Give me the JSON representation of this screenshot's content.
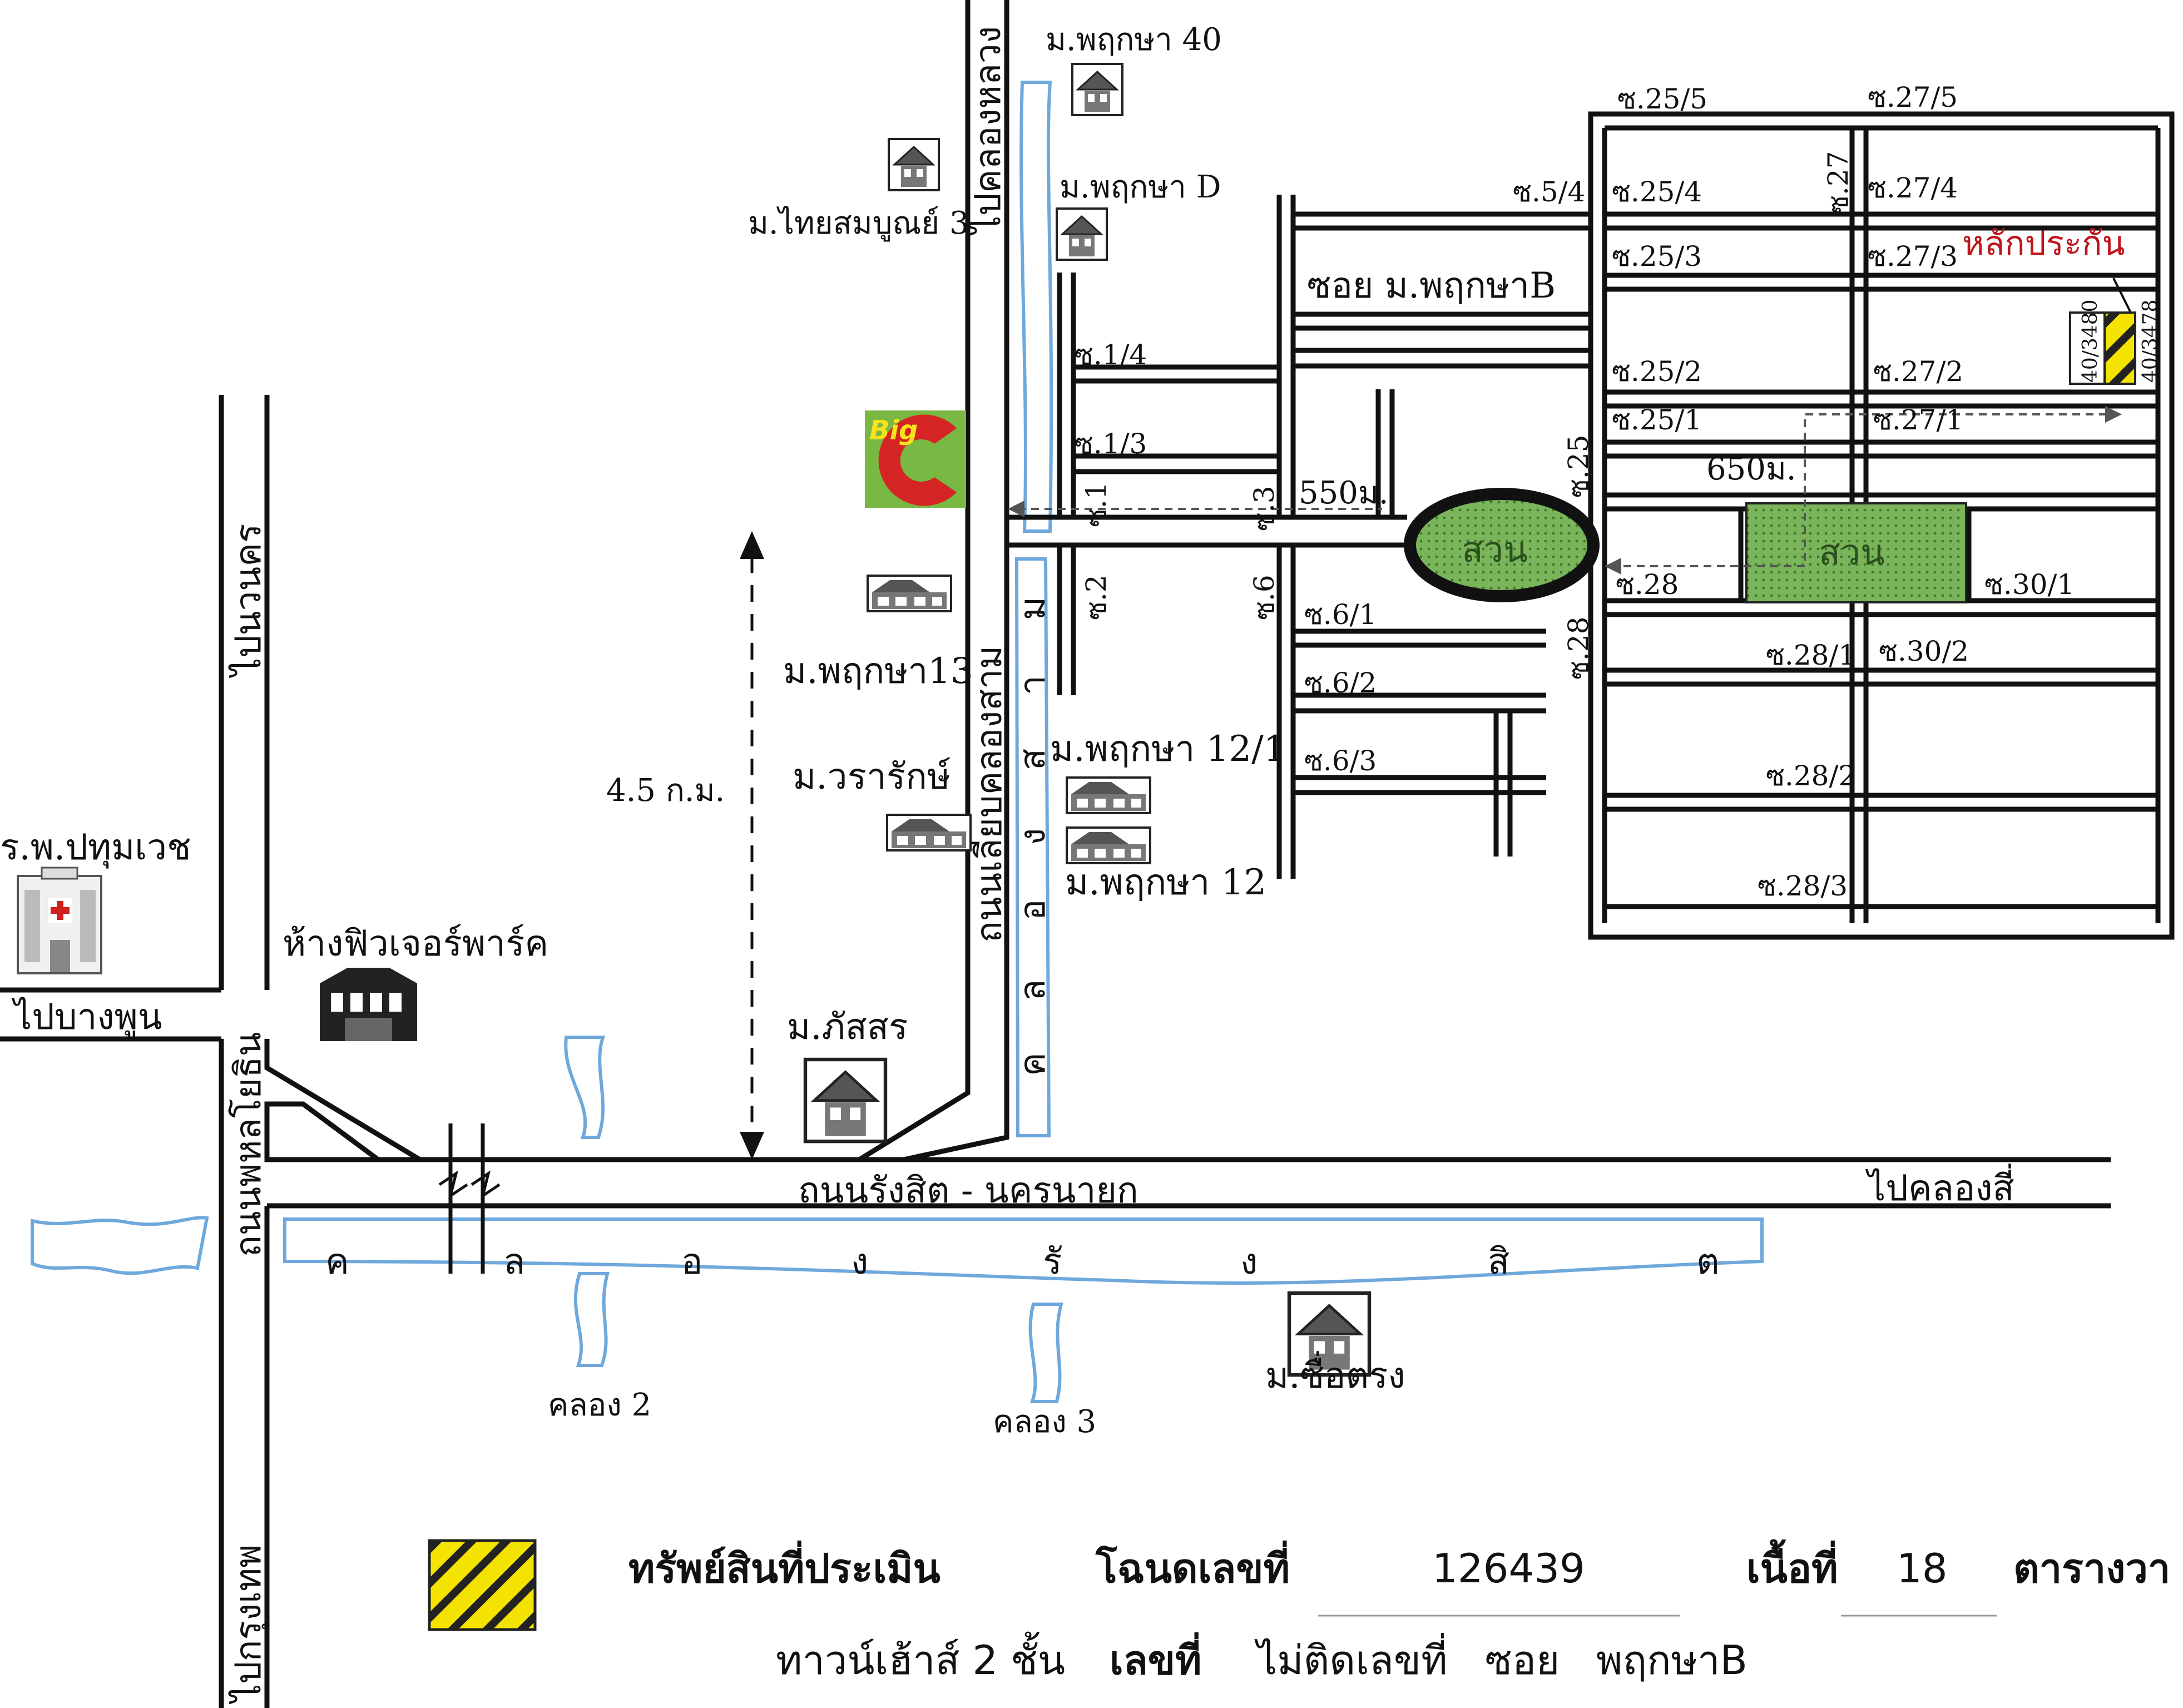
{
  "map": {
    "directions": {
      "khlong_luang": "ไปคลองหลวง",
      "nawanakhon": "ไปนวนคร",
      "bang_phun": "ไปบางพูน",
      "krung_thep": "ไปกรุงเทพ",
      "khlong_si": "ไปคลองสี่"
    },
    "roads": {
      "phahonyothin": "ถนนพหลโยธิน",
      "rangsit_nakhon_nayok": "ถนนรังสิต - นครนายก",
      "liap_khlong_sam": "ถนนเลียบคลองสาม",
      "soi_main": "ซอย ม.พฤกษาB"
    },
    "canals": {
      "rangsit": [
        "ค",
        "ล",
        "อ",
        "ง",
        "รั",
        "ง",
        "สิ",
        "ต"
      ],
      "khlong_sam_vertical": [
        "ค",
        "ล",
        "อ",
        "ง",
        "ส",
        "า",
        "ม"
      ],
      "khlong_2": "คลอง 2",
      "khlong_3": "คลอง 3"
    },
    "places": {
      "pruksa40": "ม.พฤกษา 40",
      "pruksaD": "ม.พฤกษา D",
      "thaisombun": "ม.ไทยสมบูณย์ 3",
      "pruksa13": "ม.พฤกษา13",
      "wararak": "ม.วรารักษ์",
      "pruksa12_1": "ม.พฤกษา 12/1",
      "pruksa12": "ม.พฤกษา 12",
      "passorn": "ม.ภัสสร",
      "sue_trong": "ม.ซื่อตรง",
      "hospital": "ร.พ.ปทุมเวช",
      "future_park": "ห้างฟิวเจอร์พาร์ค",
      "bigc_logo": "Big",
      "park": "สวน",
      "collateral": "หลักประกัน"
    },
    "sois": {
      "s1": "ซ.1",
      "s1_3": "ซ.1/3",
      "s1_4": "ซ.1/4",
      "s2": "ซ.2",
      "s3": "ซ.3",
      "s5_4": "ซ.5/4",
      "s6": "ซ.6",
      "s6_1": "ซ.6/1",
      "s6_2": "ซ.6/2",
      "s6_3": "ซ.6/3",
      "s25": "ซ.25",
      "s25_1": "ซ.25/1",
      "s25_2": "ซ.25/2",
      "s25_3": "ซ.25/3",
      "s25_4": "ซ.25/4",
      "s25_5": "ซ.25/5",
      "s27": "ซ.27",
      "s27_1": "ซ.27/1",
      "s27_2": "ซ.27/2",
      "s27_3": "ซ.27/3",
      "s27_4": "ซ.27/4",
      "s27_5": "ซ.27/5",
      "s28": "ซ.28",
      "s28_1": "ซ.28/1",
      "s28_2": "ซ.28/2",
      "s28_3": "ซ.28/3",
      "s28b": "ซ.28",
      "s30_1": "ซ.30/1",
      "s30_2": "ซ.30/2"
    },
    "distances": {
      "d_4_5km": "4.5 ก.ม.",
      "d_550": "550ม.",
      "d_650": "650ม."
    },
    "plots": {
      "p1": "40/3480",
      "p2": "40/3478"
    }
  },
  "legend": {
    "asset_label": "ทรัพย์สินที่ประเมิน",
    "deed_label": "โฉนดเลขที่",
    "deed_no": "126439",
    "area_label": "เนื้อที่",
    "area_value": "18",
    "area_unit": "ตารางวา",
    "line2_type": "ทาวน์เฮ้าส์ 2 ชั้น",
    "line2_no_label": "เลขที่",
    "line2_no_value": "ไม่ติดเลขที่",
    "line2_soi_label": "ซอย",
    "line2_soi_value": "พฤกษาB"
  },
  "colors": {
    "canal": "#6fa8dc",
    "park": "#6fa84f",
    "collateral_text": "#c0141c",
    "hatch": "#f4e300"
  }
}
